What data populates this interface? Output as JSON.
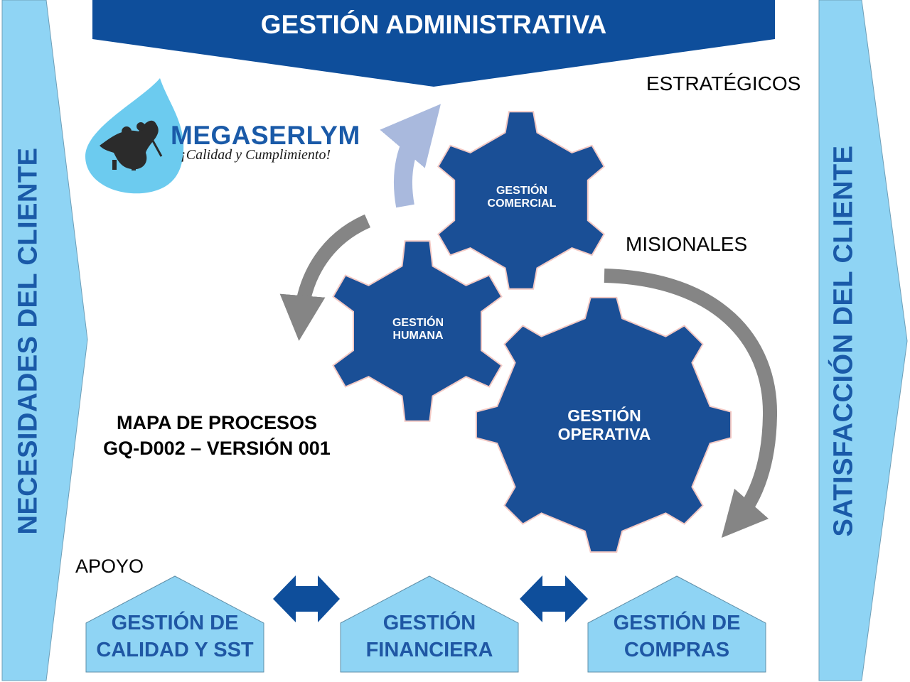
{
  "banner": {
    "title": "GESTIÓN ADMINISTRATIVA"
  },
  "labels": {
    "estrategicos": "ESTRATÉGICOS",
    "misionales": "MISIONALES",
    "apoyo": "APOYO"
  },
  "left_arrow": {
    "text": "NECESIDADES DEL CLIENTE"
  },
  "right_arrow": {
    "text": "SATISFACCIÓN DEL  CLIENTE"
  },
  "logo": {
    "brand": "MEGASERLYM",
    "slogan": "¡Calidad y Cumplimiento!"
  },
  "map_title": {
    "line1": "MAPA DE PROCESOS",
    "line2": "GQ-D002 – VERSIÓN 001"
  },
  "gears": {
    "comercial": {
      "line1": "GESTIÓN",
      "line2": "COMERCIAL"
    },
    "humana": {
      "line1": "GESTIÓN",
      "line2": "HUMANA"
    },
    "operativa": {
      "line1": "GESTIÓN",
      "line2": "OPERATIVA"
    }
  },
  "support": [
    {
      "line1": "GESTIÓN DE",
      "line2": "CALIDAD Y SST"
    },
    {
      "line1": "GESTIÓN",
      "line2": "FINANCIERA"
    },
    {
      "line1": "GESTIÓN DE",
      "line2": "COMPRAS"
    }
  ],
  "colors": {
    "dark_blue": "#0e4e9b",
    "light_blue": "#8fd4f4",
    "gear_blue": "#1a4f96",
    "gray_arrow": "#858585",
    "pale_arrow": "#a9b9dd"
  }
}
